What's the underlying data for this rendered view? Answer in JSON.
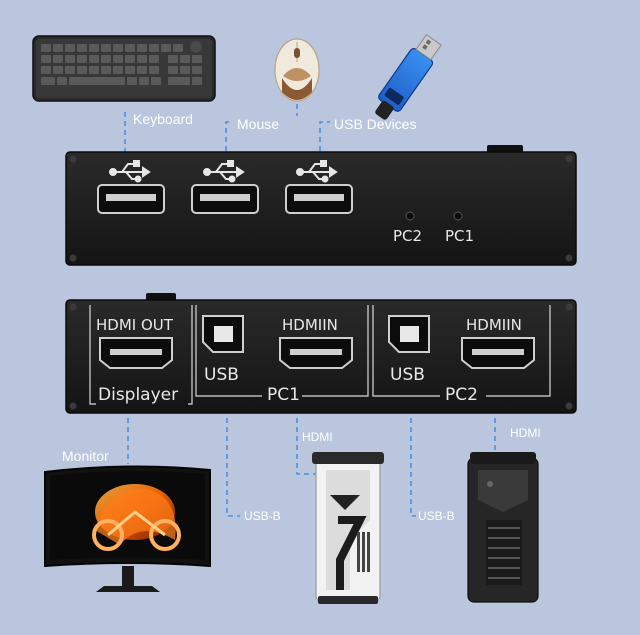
{
  "labels": {
    "keyboard": "Keyboard",
    "mouse": "Mouse",
    "usb_devices": "USB Devices",
    "pc2_led": "PC2",
    "pc1_led": "PC1",
    "hdmi_out": "HDMI OUT",
    "displayer": "Displayer",
    "usb_1": "USB",
    "hdmiin_1": "HDMIIN",
    "pc1": "PC1",
    "usb_2": "USB",
    "hdmiin_2": "HDMIIN",
    "pc2": "PC2",
    "monitor": "Monitor",
    "hdmi_1": "HDMI",
    "usbb_1": "USB-B",
    "hdmi_2": "HDMI",
    "usbb_2": "USB-B"
  },
  "colors": {
    "background": "#b9c6de",
    "panel": "#1b1b1b",
    "connector_line": "#4a90e2",
    "label_text": "#ffffff"
  }
}
